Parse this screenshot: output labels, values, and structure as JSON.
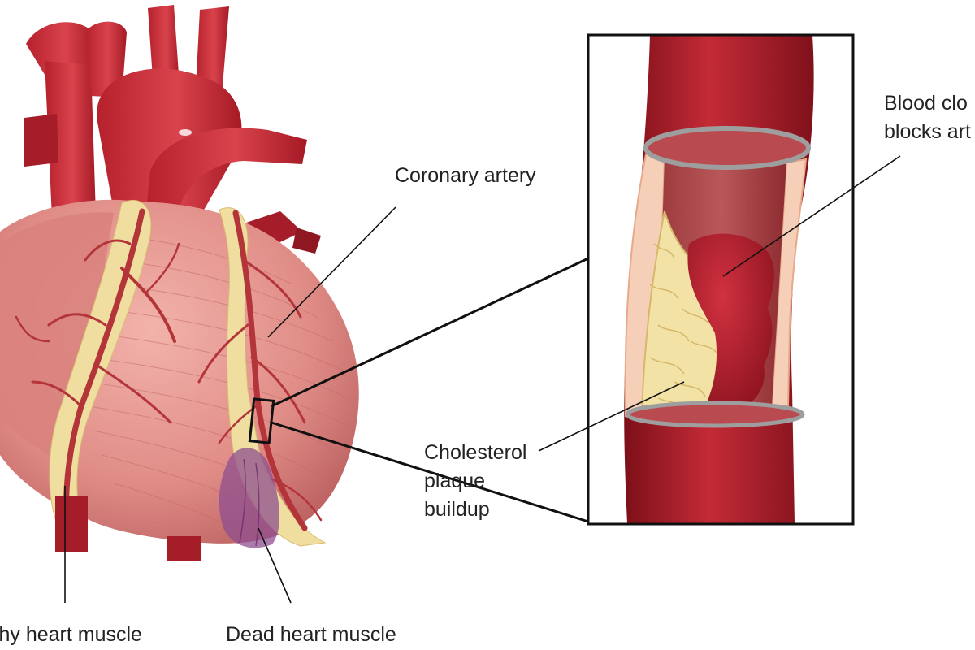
{
  "labels": {
    "coronary_artery": "Coronary artery",
    "blood_clot_line1": "Blood clo",
    "blood_clot_line2": "blocks art",
    "plaque_line1": "Cholesterol",
    "plaque_line2": "plaque",
    "plaque_line3": "buildup",
    "healthy_muscle": "lthy heart muscle",
    "dead_muscle": "Dead heart muscle"
  },
  "colors": {
    "heart_muscle": "#e0908a",
    "artery": "#a51e28",
    "plaque": "#f3e2a6",
    "clot": "#b51f2c",
    "dead_tissue": "#8f4f8f",
    "outline": "#111111"
  }
}
